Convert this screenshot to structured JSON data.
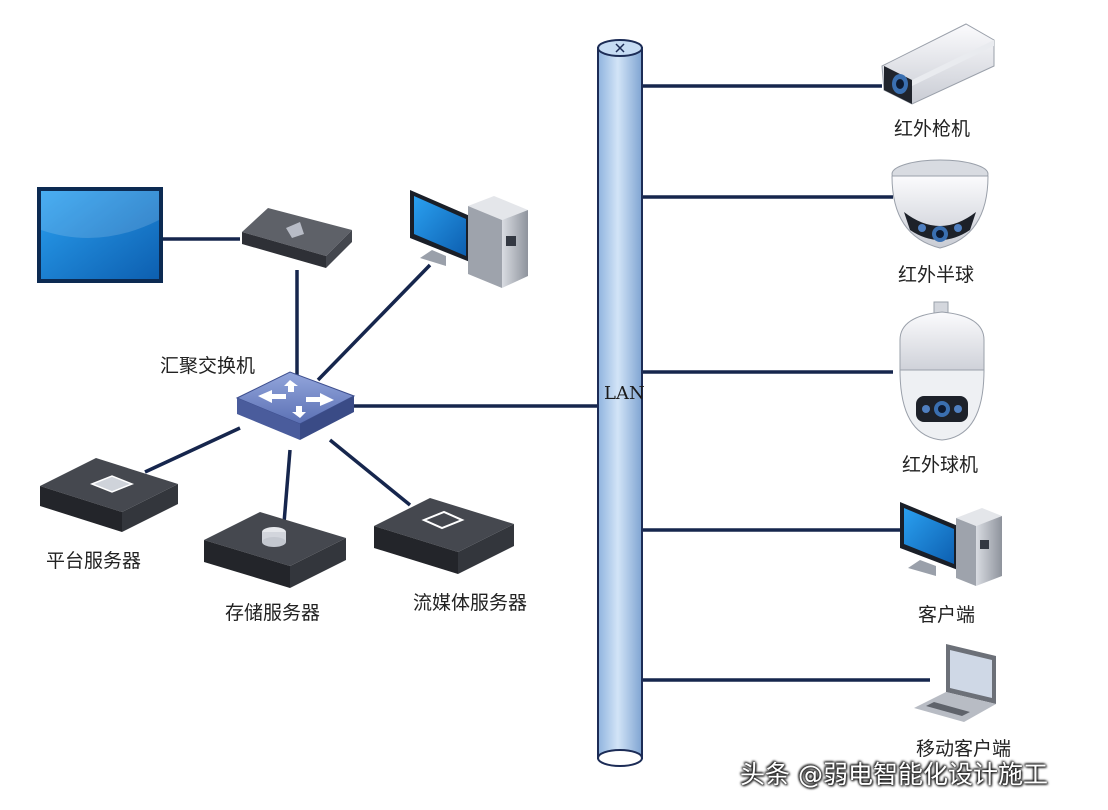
{
  "diagram": {
    "bus_label": "LAN",
    "nodes": {
      "aggregation_switch": "汇聚交换机",
      "platform_server": "平台服务器",
      "storage_server": "存储服务器",
      "streaming_server": "流媒体服务器",
      "ir_bullet_camera": "红外枪机",
      "ir_dome_camera": "红外半球",
      "ir_ptz_camera": "红外球机",
      "client": "客户端",
      "mobile_client": "移动客户端"
    }
  },
  "watermark": "头条 @弱电智能化设计施工",
  "colors": {
    "line": "#16264d",
    "bus_fill": "#bcd6f2",
    "bus_stroke": "#1c2c56",
    "screen_blue": "#1b86d6",
    "switch_blue": "#6f86c6"
  }
}
